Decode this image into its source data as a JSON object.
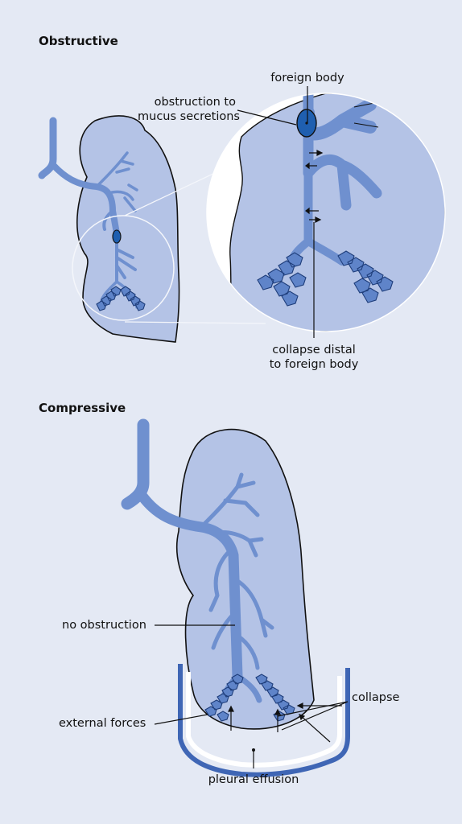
{
  "sections": {
    "obstructive": {
      "title": "Obstructive",
      "labels": {
        "foreign_body": "foreign body",
        "obstruction_line1": "obstruction to",
        "obstruction_line2": "mucus secretions",
        "collapse_line1": "collapse distal",
        "collapse_line2": "to foreign body"
      }
    },
    "compressive": {
      "title": "Compressive",
      "labels": {
        "no_obstruction": "no obstruction",
        "collapse": "collapse",
        "external_forces": "external forces",
        "pleural_effusion": "pleural effusion"
      }
    }
  },
  "colors": {
    "panel_background": "#e4e9f4",
    "lung_fill": "#b4c3e6",
    "airway": "#6f90cf",
    "foreign_body": "#1f5fb0",
    "alveoli": "#5f84c9",
    "outline": "#111111"
  }
}
